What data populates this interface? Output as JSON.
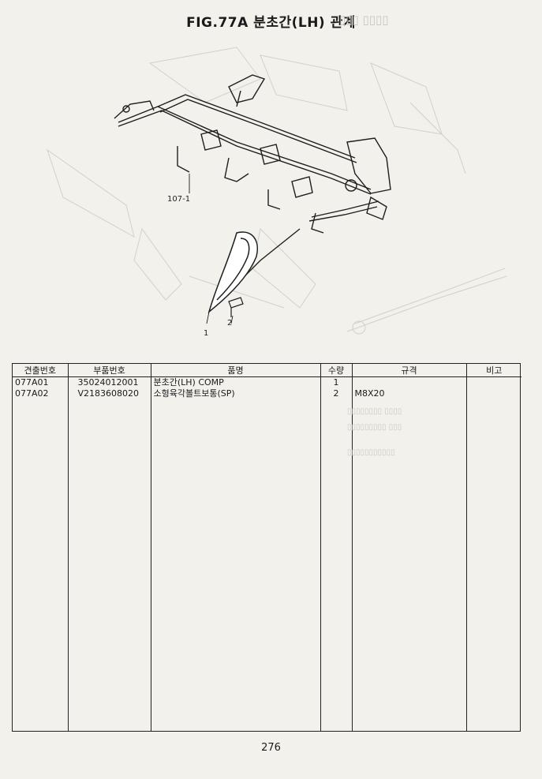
{
  "page": {
    "title": "FIG.77A 분초간(LH) 관계",
    "page_number": "276"
  },
  "drawing": {
    "callouts": [
      "107-1",
      "1",
      "2"
    ]
  },
  "table": {
    "headers": [
      "견출번호",
      "부품번호",
      "품명",
      "수량",
      "규격",
      "비고"
    ],
    "rows": [
      {
        "no": "077A01",
        "part": "35024012001",
        "name": "분초간(LH) COMP",
        "qty": "1",
        "spec": "",
        "note": ""
      },
      {
        "no": "077A02",
        "part": "V2183608020",
        "name": "소형육각볼트보통(SP)",
        "qty": "2",
        "spec": "M8X20",
        "note": ""
      }
    ]
  }
}
